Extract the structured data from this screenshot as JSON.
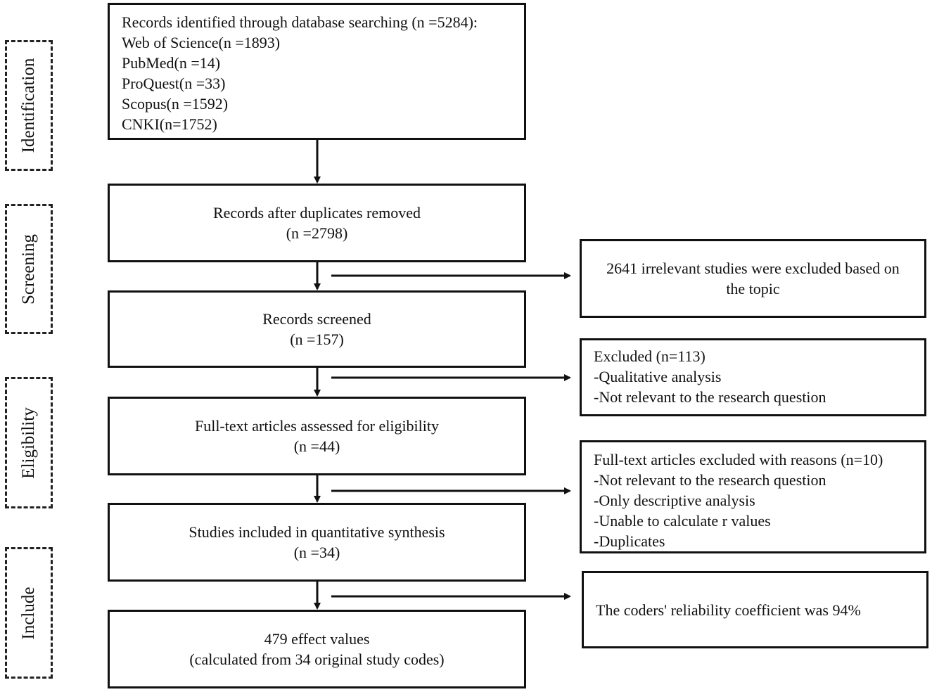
{
  "phases": {
    "identification": "Identification",
    "screening": "Screening",
    "eligibility": "Eligibility",
    "include": "Include"
  },
  "boxes": {
    "identified": {
      "lines": [
        "Records identified through database searching (n =5284):",
        "Web of Science(n =1893)",
        "PubMed(n =14)",
        "ProQuest(n =33)",
        "Scopus(n =1592)",
        "CNKI(n=1752)"
      ]
    },
    "duplicates_removed": {
      "label": "Records after duplicates removed",
      "count": "(n =2798)"
    },
    "screened": {
      "label": "Records screened",
      "count": "(n =157)"
    },
    "full_text": {
      "label": "Full-text articles assessed for eligibility",
      "count": "(n =44)"
    },
    "included": {
      "label": "Studies included in quantitative synthesis",
      "count": "(n =34)"
    },
    "effect_values": {
      "label": "479 effect values",
      "count": "(calculated from 34 original study codes)"
    },
    "excluded_topic": {
      "lines": [
        "2641 irrelevant studies were excluded based on",
        "the topic"
      ]
    },
    "excluded_113": {
      "lines": [
        "Excluded (n=113)",
        "-Qualitative analysis",
        "-Not relevant to the research question"
      ]
    },
    "excluded_fulltext": {
      "lines": [
        "Full-text articles excluded with reasons (n=10)",
        "-Not relevant to the research question",
        "-Only descriptive analysis",
        "-Unable to calculate r values",
        "-Duplicates"
      ]
    },
    "reliability": {
      "label": "The coders' reliability coefficient was 94%"
    }
  }
}
